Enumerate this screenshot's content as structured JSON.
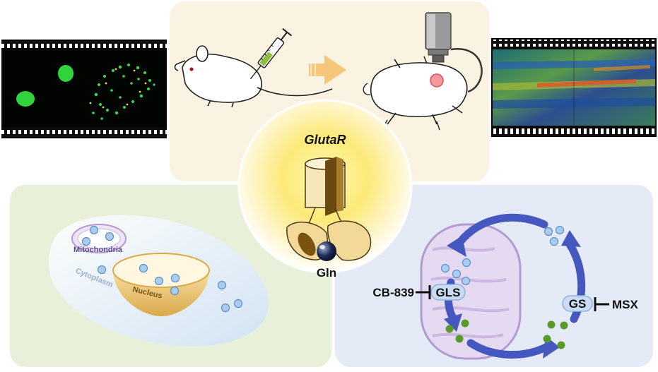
{
  "center": {
    "sensor_label": "GlutaR",
    "ligand_label": "Gln"
  },
  "cell_panel": {
    "mitochondria_label": "Mitochondria",
    "cytoplasm_label": "Cytoplasm",
    "nucleus_label": "Nucleus"
  },
  "metabolism_panel": {
    "gls_label": "GLS",
    "gs_label": "GS",
    "gls_inhibitor": "CB-839",
    "gs_inhibitor": "MSX"
  },
  "colors": {
    "top_panel_bg": "#fbf3e1",
    "left_panel_bg": "#e9f0d9",
    "right_panel_bg": "#e4ebf7",
    "arrow_blue": "#4458c0",
    "glutamine_dot": "#a8cdee",
    "glutamate_dot": "#5a9a2a",
    "fluorescence_green": "#2fd43a"
  },
  "icons": [
    "syringe-icon",
    "mouse-icon",
    "microscope-icon",
    "film-strip-icon",
    "arrow-right-icon",
    "inhibition-icon"
  ]
}
